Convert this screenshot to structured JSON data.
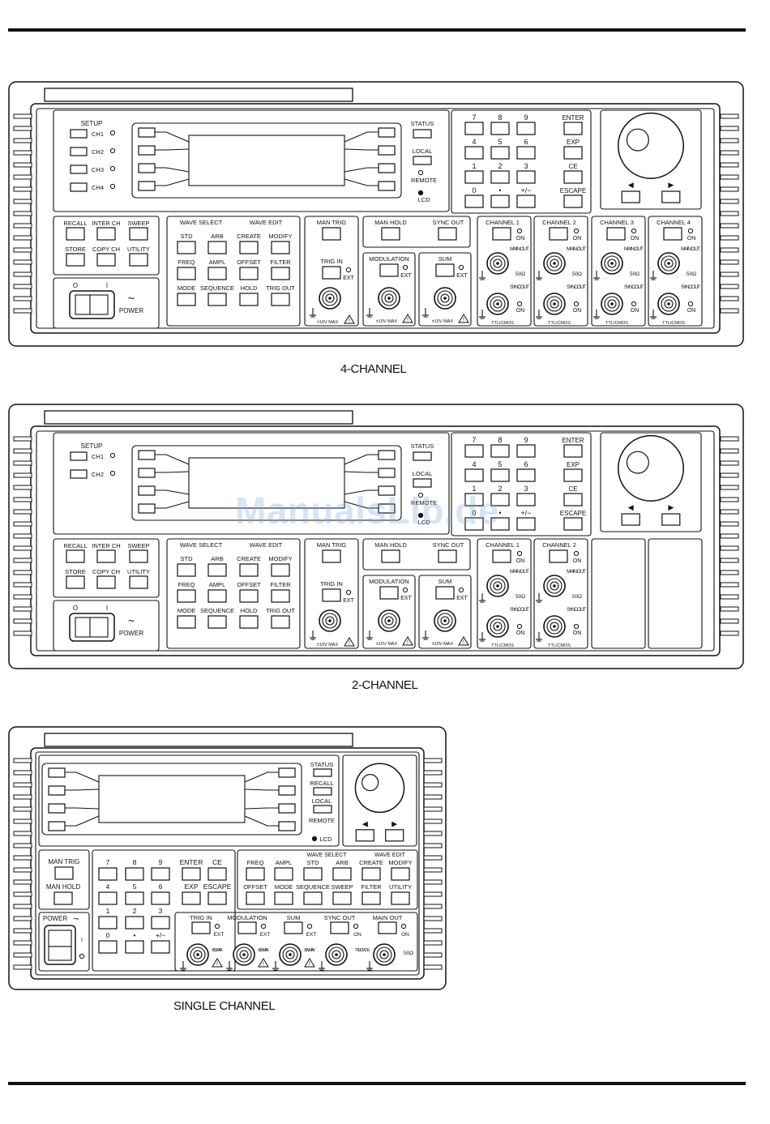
{
  "captions": {
    "four_channel": "4-CHANNEL",
    "two_channel": "2-CHANNEL",
    "single_channel": "SINGLE CHANNEL"
  },
  "watermark": "ManualsLib.de",
  "setup": {
    "title": "SETUP",
    "ch1": "CH1",
    "ch2": "CH2",
    "ch3": "CH3",
    "ch4": "CH4"
  },
  "display_side": {
    "status": "STATUS",
    "local": "LOCAL",
    "remote": "REMOTE",
    "lcd": "LCD",
    "recall": "RECALL"
  },
  "keypad": {
    "row1": [
      "7",
      "8",
      "9"
    ],
    "row2": [
      "4",
      "5",
      "6"
    ],
    "row3": [
      "1",
      "2",
      "3"
    ],
    "row4": [
      "0",
      "•",
      "+/−"
    ],
    "enter": "ENTER",
    "exp": "EXP",
    "ce": "CE",
    "escape": "ESCAPE"
  },
  "knob": {
    "left": "◀",
    "right": "▶"
  },
  "mode_keys": {
    "recall": "RECALL",
    "inter_ch": "INTER CH",
    "sweep": "SWEEP",
    "store": "STORE",
    "copy_ch": "COPY CH",
    "utility": "UTILITY"
  },
  "power": {
    "label": "POWER",
    "off_mark": "O",
    "on_mark": "I",
    "tilde": "~"
  },
  "wave": {
    "select_title": "WAVE SELECT",
    "edit_title": "WAVE EDIT",
    "std": "STD",
    "arb": "ARB",
    "create": "CREATE",
    "modify": "MODIFY",
    "freq": "FREQ",
    "ampl": "AMPL",
    "offset": "OFFSET",
    "filter": "FILTER",
    "mode": "MODE",
    "sequence": "SEQUENCE",
    "hold": "HOLD",
    "trig_out": "TRIG OUT",
    "sweep": "SWEEP"
  },
  "trigger": {
    "man_trig": "MAN TRIG",
    "trig_in": "TRIG IN",
    "ext": "EXT",
    "max": "±10V MAX",
    "man_hold": "MAN HOLD",
    "sync_out": "SYNC OUT",
    "modulation": "MODULATION",
    "sum": "SUM"
  },
  "channel": {
    "names": [
      "CHANNEL 1",
      "CHANNEL 2",
      "CHANNEL 3",
      "CHANNEL 4"
    ],
    "on": "ON",
    "main_out": "MAIN OUT",
    "ohm": "50Ω",
    "sync_out": "SYNC OUT",
    "ttl": "TTL/CMOS",
    "main_out_single": "MAIN OUT",
    "ttl_single": "TTL/ CMOS",
    "max_single": "±10V MAX"
  }
}
